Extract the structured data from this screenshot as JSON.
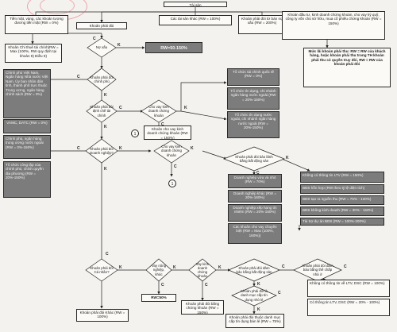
{
  "header": {
    "root": "Tài sản"
  },
  "top": {
    "cash": "Tiền mặt, vàng, các khoản tương đương tiền mặt (RW = 0%)",
    "claims": "Khoản phải đòi",
    "other_assets": "Các tài sản khác (RW = 100%)",
    "off_balance": "Khoản phải đòi từ bán nợ xấu (RW = 200%)",
    "investments": "Khoản đầu tư, kinh doanh chứng khoán, cho vay ký quỹ, công ty vốn chủ sở hữu, mua cổ phiếu chứng khoán (RW = 150%)"
  },
  "left_col": {
    "l1": "Khoản Chi thuê tài chính(RW = Max (100%, RW quy định tại khoản 9) Điều 9)",
    "l2": "Chính phủ Việt Nam, Ngân hàng Nhà nước Việt Nam, Ủy ban nhân dân tỉnh, thành phố trực thuộc Trung ương, ngân hàng chính sách (RW = 0%)",
    "l3": "VAMC, DATC (RW = 0%)",
    "l4": "Chính phủ, ngân hàng trung ương nước ngoài (RW = 0%-150%)",
    "l5": "Tổ chức công lập của chính phủ, chính quyền địa phương (RW = 20%-150%)"
  },
  "flow": {
    "d_foreign": "Nợ xấu",
    "res_foreign": "RW=50-150%",
    "d_gov": "Khoản phải đòi chính phủ",
    "d_fi": "Khoản phải đòi định chế tài chính",
    "d_loan_fi": "Cho vay kinh doanh chứng khoán",
    "res_loan_fi": "Khoản cho vay kinh doanh chứng khoán (RW = 150%)",
    "d_corp": "Khoản phải đòi Doanh nghiệp?",
    "d_corp_sec": "Cho vay kinh doanh chứng khoán",
    "d_guarantee": "Khoản phải đòi bảo lãnh bằng bất động sản",
    "d_individual": "Khoản phải đòi Cá nhân?",
    "d_agri": "Vay nông nghiệp, khác",
    "d_secloan": "Vay kinh doanh chứng khoán",
    "d_mortgage": "Khoản phải đòi đảm bảo bằng bất động sản",
    "d_consumer": "Khoản phải đòi đảm bảo bằng thế chấp nhà ở",
    "d_list": "Khoản phải đòi là danh mục cấp tín dụng nhỏ lẻ",
    "res_individual_other": "Khoản phải đòi Khác (RW = 100%)",
    "res_agri": "RW=50%",
    "res_list": "Khoản phải đòi thuộc danh mục cấp tín dụng bán lẻ (RW = 75%)",
    "res_last": "Khoản phải đòi bằng chứng khoán (RW = 150%)"
  },
  "right_col": {
    "r1": "Mức lãi khoản phải thu: RW = RW của khách hàng, hoặc khoản phải thu trong TH khoản phải thu có quyền truy đòi, RW = RW của khoản phải đòi",
    "fi1": "Tổ chức tài chính quốc tế (RW = 0%)",
    "fi2": "Tổ chức tín dụng, chi nhánh ngân hàng nước ngoài (RW = 20%-150%)",
    "fi3": "Tổ chức tín dụng nước ngoài, chi nhánh ngân hàng nước ngoài (RW = 20%-150%)",
    "co1": "Doanh nghiệp vừa và nhỏ (RW = 70%)",
    "co2": "Doanh nghiệp khác (RW = 20%-160%)",
    "co3": "Doanh nghiệp xếp hạng tín nhiệm (RW = 20%-150%)",
    "co4": "Các khoản cho vay chuyên biệt (RW = Max (100%, 160%))",
    "re1": "Không có thông tin LTV (RW = 150%)",
    "re2": "BĐS hỗn hợp (RW theo tỷ lệ diện tích)",
    "re3": "BĐS tạo ra nguồn thu (RW = 75% - 120%)",
    "re4": "BĐS không kinh doanh (RW = 30% - 150%)",
    "re5": "Tài trợ dự án BĐS (RW = 100%-200%)",
    "mo1": "Không có thông tin về LTV, DSC (RW = 100%)",
    "mo2": "Có thông tin LTV, DSC (RW = 20% - 100%)"
  },
  "markers": {
    "yes": "C",
    "no": "K",
    "link": "1"
  }
}
